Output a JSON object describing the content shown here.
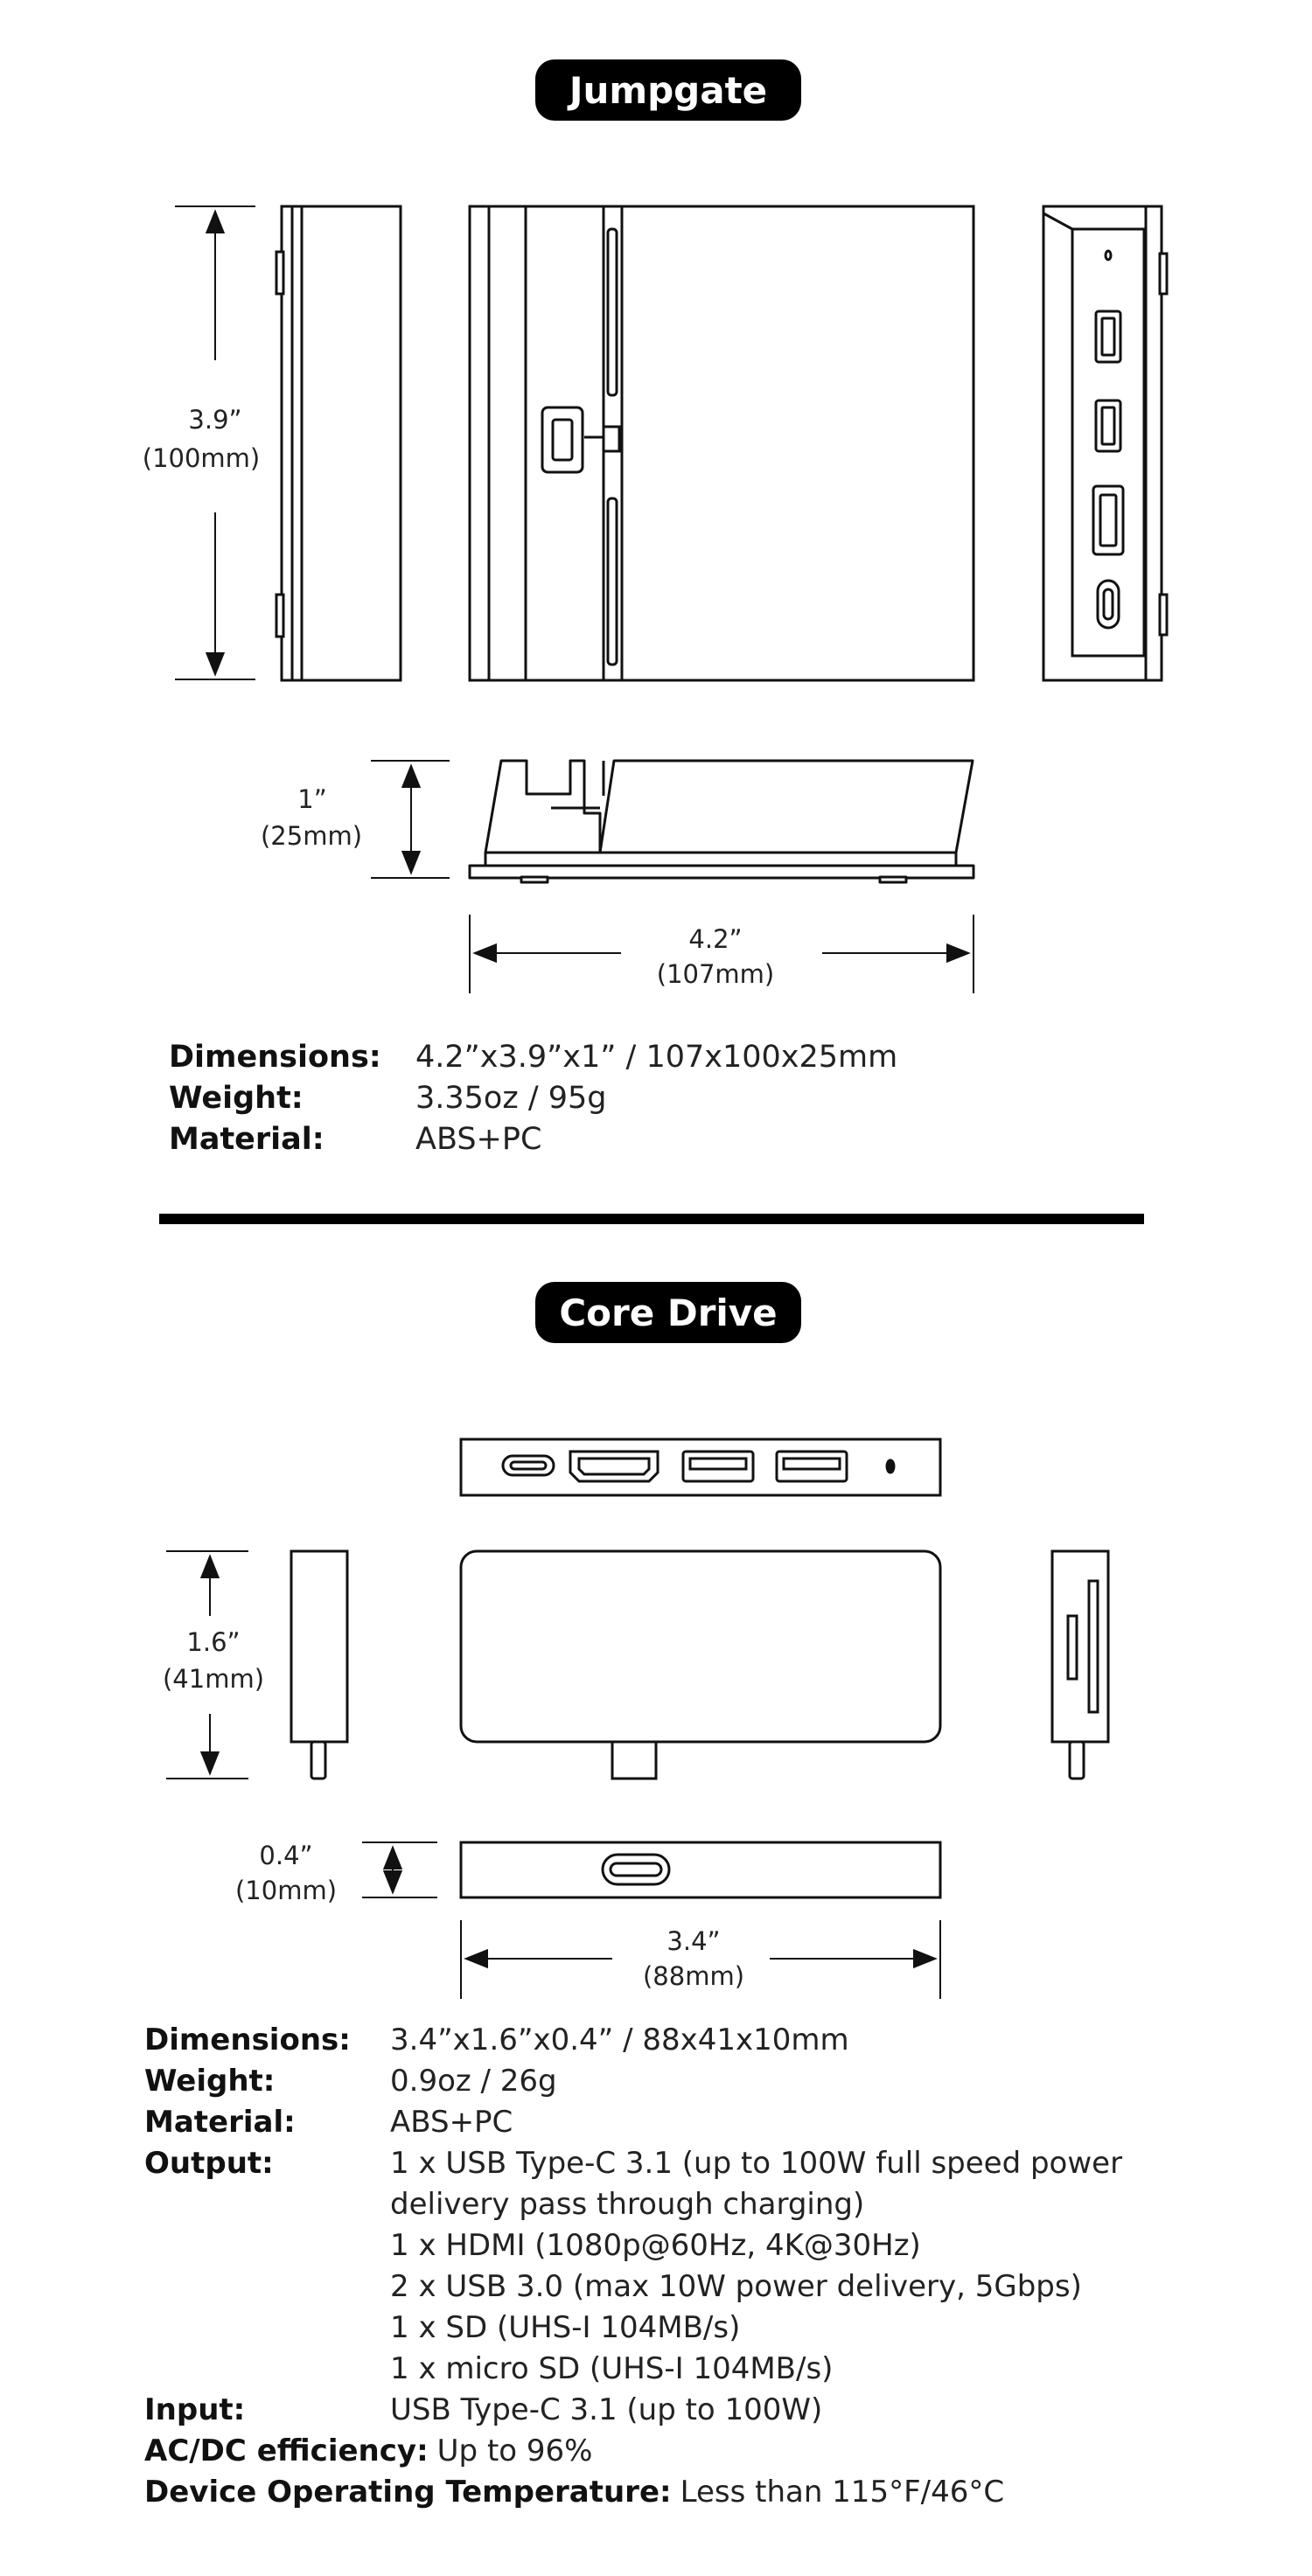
{
  "jumpgate": {
    "title": "Jumpgate",
    "height_in": "3.9”",
    "height_mm": "(100mm)",
    "depth_in": "1”",
    "depth_mm": "(25mm)",
    "width_in": "4.2”",
    "width_mm": "(107mm)",
    "specs": [
      {
        "label": "Dimensions:",
        "value": "4.2”x3.9”x1” / 107x100x25mm"
      },
      {
        "label": "Weight:",
        "value": "3.35oz / 95g"
      },
      {
        "label": "Material:",
        "value": "ABS+PC"
      }
    ]
  },
  "core_drive": {
    "title": "Core Drive",
    "height_in": "1.6”",
    "height_mm": "(41mm)",
    "depth_in": "0.4”",
    "depth_mm": "(10mm)",
    "width_in": "3.4”",
    "width_mm": "(88mm)",
    "specs": {
      "dimensions_label": "Dimensions:",
      "dimensions_value": "3.4”x1.6”x0.4” / 88x41x10mm",
      "weight_label": "Weight:",
      "weight_value": "0.9oz / 26g",
      "material_label": "Material:",
      "material_value": "ABS+PC",
      "output_label": "Output:",
      "output_lines": [
        "1 x USB Type-C 3.1 (up to 100W full speed power",
        "delivery pass through charging)",
        "1 x HDMI (1080p@60Hz, 4K@30Hz)",
        "2 x USB 3.0 (max 10W power delivery, 5Gbps)",
        "1 x SD (UHS-I 104MB/s)",
        "1 x micro SD (UHS-I 104MB/s)"
      ],
      "input_label": "Input:",
      "input_value": "USB Type-C 3.1 (up to 100W)",
      "efficiency_label": "AC/DC efficiency:",
      "efficiency_value": "Up to 96%",
      "temp_label": "Device Operating Temperature:",
      "temp_value": "Less than 115°F/46°C"
    }
  }
}
